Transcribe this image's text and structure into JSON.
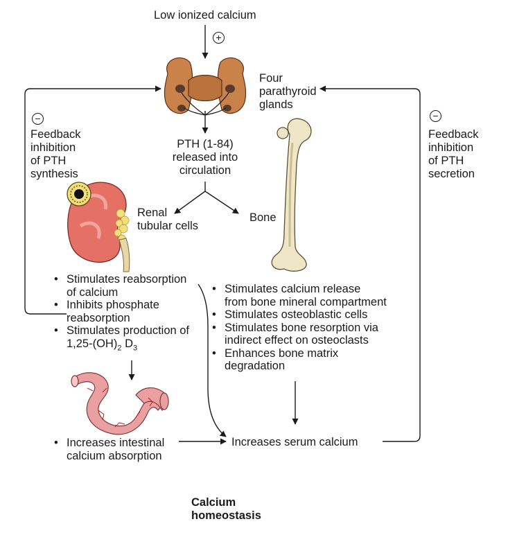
{
  "diagram": {
    "trigger_label": "Low ionized calcium",
    "plus_sign": "+",
    "minus_sign": "−",
    "glands_label": "Four\nparathyroid\nglands",
    "pth_label": "PTH (1-84)\nreleased into\ncirculation",
    "renal_label": "Renal\ntubular cells",
    "bone_label": "Bone",
    "feedback_left": "Feedback\ninhibition\nof PTH\nsynthesis",
    "feedback_right": "Feedback\ninhibition\nof PTH\nsecretion",
    "renal_effects": [
      "Stimulates reabsorption\nof calcium",
      "Inhibits phosphate\nreabsorption",
      "Stimulates production of"
    ],
    "vitamin_d_prefix": "1,25-(OH)",
    "vitamin_d_sub1": "2",
    "vitamin_d_mid": " D",
    "vitamin_d_sub2": "3",
    "bone_effects": [
      "Stimulates calcium release\nfrom bone mineral compartment",
      "Stimulates osteoblastic cells",
      "Stimulates bone resorption via\nindirect effect on osteoclasts",
      "Enhances bone matrix\ndegradation"
    ],
    "intestine_effect": "Increases intestinal\ncalcium absorption",
    "outcome_label": "Increases serum calcium",
    "caption": "Calcium\nhomeostasis",
    "icons": [
      "parathyroid-glands-icon",
      "kidney-icon",
      "femur-bone-icon",
      "intestine-icon"
    ]
  }
}
